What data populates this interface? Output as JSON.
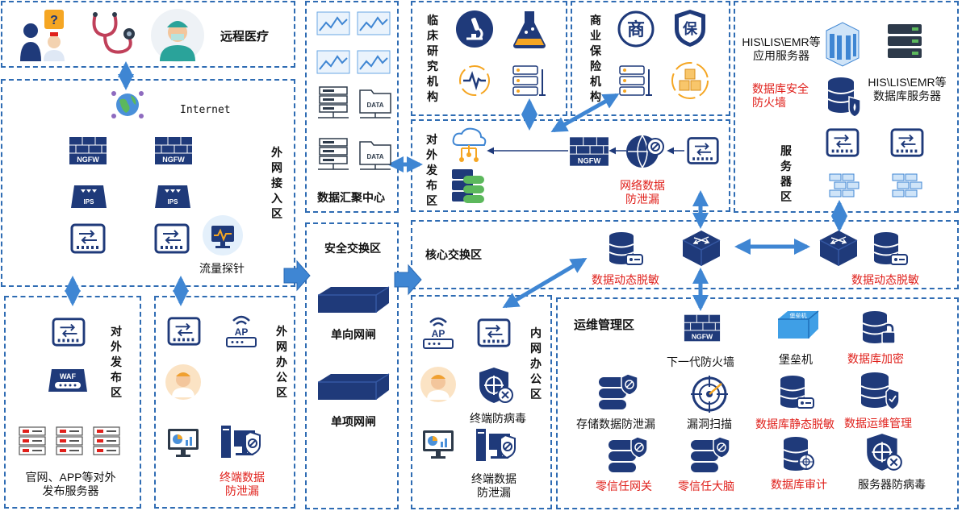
{
  "zones": {
    "telemedicine": "远程医疗",
    "internet": "Internet",
    "external_access": "外网接入区",
    "traffic_probe": "流量探针",
    "data_center": "数据汇聚中心",
    "clinical_research": "临床研究机构",
    "commercial_insurance": "商业保险机构",
    "his_app_servers": "HIS\\LIS\\EMR等应用服务器",
    "db_firewall": "数据库安全防火墙",
    "his_db_servers": "HIS\\LIS\\EMR等数据库服务器",
    "server_zone": "服务器区",
    "inner_publish": "对外发布区",
    "net_dlp": "网络数据防泄漏",
    "security_exchange": "安全交换区",
    "oneway_gate": "单向网闸",
    "single_gate": "单项网闸",
    "core_exchange": "核心交换区",
    "dyn_mask_1": "数据动态脱敏",
    "dyn_mask_2": "数据动态脱敏",
    "ext_publish": "对外发布区",
    "publish_servers": "官网、APP等对外发布服务器",
    "ext_office": "外网办公区",
    "ext_endpoint_dlp": "终端数据防泄漏",
    "int_office": "内网办公区",
    "int_antivirus": "终端防病毒",
    "int_endpoint_dlp": "终端数据防泄漏",
    "ops": "运维管理区",
    "ngfw": "下一代防火墙",
    "bastion": "堡垒机",
    "db_encrypt": "数据库加密",
    "storage_dlp": "存储数据防泄漏",
    "vuln_scan": "漏洞扫描",
    "static_mask": "数据库静态脱敏",
    "db_ops": "数据运维管理",
    "zero_trust_gw": "零信任网关",
    "zero_trust_brain": "零信任大脑",
    "db_audit": "数据库审计",
    "server_av": "服务器防病毒"
  },
  "icon_text": {
    "ngfw": "NGFW",
    "ips": "IPS",
    "waf": "WAF",
    "ap": "AP",
    "data": "DATA",
    "shang": "商",
    "bao": "保",
    "bastion_tag": "堡垒机"
  },
  "colors": {
    "border": "#2f6cb3",
    "navy": "#1f3a7a",
    "arrow": "#3f86d3",
    "red": "#e0201b"
  }
}
